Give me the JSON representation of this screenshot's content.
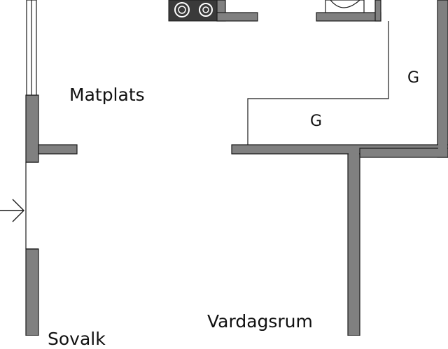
{
  "rooms": {
    "dining": "Matplats",
    "living": "Vardagsrum",
    "entry_partial": "Sovalk"
  },
  "wardrobe_labels": [
    "G",
    "G"
  ],
  "colors": {
    "wall": "#808080",
    "outline": "#1a1a1a",
    "background": "#ffffff",
    "text": "#111111",
    "stove": "#3a3a3a"
  },
  "icons": {
    "entrance": "arrow-right-icon",
    "stove": "stove-burners-icon",
    "sink": "washbasin-icon",
    "window": "window-icon"
  }
}
